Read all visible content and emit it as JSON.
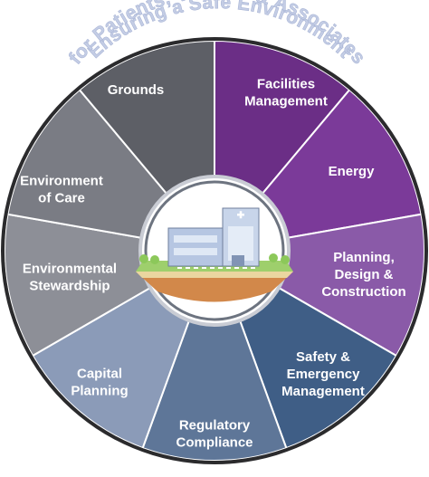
{
  "title_line_1": "Ensuring a Safe Environment",
  "title_line_2": "for Patients, Visitors & Associates",
  "colors": {
    "outer_ring": "#2b2b2d",
    "title": "#c4cde5",
    "divider": "#ffffff"
  },
  "segments": [
    {
      "lines": [
        "Facilities",
        "Management"
      ],
      "color": "#6b2e86"
    },
    {
      "lines": [
        "Energy"
      ],
      "color": "#7b3a99"
    },
    {
      "lines": [
        "Planning,",
        "Design &",
        "Construction"
      ],
      "color": "#8a5aa8"
    },
    {
      "lines": [
        "Safety &",
        "Emergency",
        "Management"
      ],
      "color": "#3f5e86"
    },
    {
      "lines": [
        "Regulatory",
        "Compliance"
      ],
      "color": "#5e7698"
    },
    {
      "lines": [
        "Capital",
        "Planning"
      ],
      "color": "#8b9bb8"
    },
    {
      "lines": [
        "Environmental",
        "Stewardship"
      ],
      "color": "#8d8f97"
    },
    {
      "lines": [
        "Environment",
        "of Care"
      ],
      "color": "#7a7c84"
    },
    {
      "lines": [
        "Grounds"
      ],
      "color": "#5d5f66"
    }
  ],
  "center_icon": "hospital-building-icon"
}
